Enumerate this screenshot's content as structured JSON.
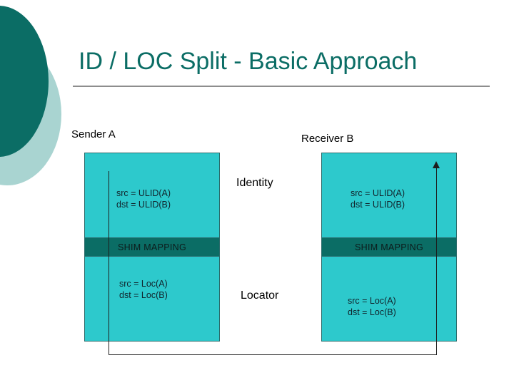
{
  "slide": {
    "title": "ID / LOC Split - Basic Approach",
    "background_color": "#ffffff"
  },
  "decor": {
    "circle_dark_color": "#0b6d65",
    "circle_light_color": "#a9d4d1",
    "title_color": "#0b6d65",
    "rule_color": "#8d8d8d"
  },
  "diagram": {
    "layer_color": "#2dc9cc",
    "shim_color": "#0b6d65",
    "border_color": "#2a6a6a",
    "line_color": "#1d1d1d",
    "sender": {
      "caption": "Sender A",
      "identity_packet": "src = ULID(A)\ndst = ULID(B)",
      "shim_label": "SHIM MAPPING",
      "locator_packet": "src = Loc(A)\ndst = Loc(B)"
    },
    "receiver": {
      "caption": "Receiver B",
      "identity_packet": "src = ULID(A)\ndst = ULID(B)",
      "shim_label": "SHIM MAPPING",
      "locator_packet": "src = Loc(A)\ndst = Loc(B)"
    },
    "side_labels": {
      "identity": "Identity",
      "locator": "Locator"
    }
  }
}
